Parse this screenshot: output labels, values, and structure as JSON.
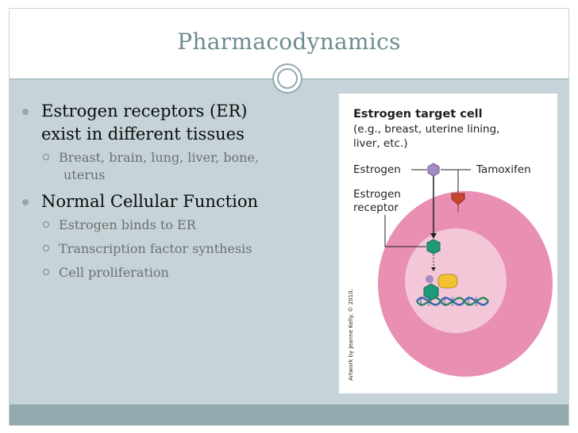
{
  "slide": {
    "title": "Pharmacodynamics"
  },
  "bullets": [
    {
      "text_line1": "Estrogen receptors (ER)",
      "text_line2": "exist in different tissues",
      "sub": [
        {
          "text_line1": "Breast, brain, lung, liver, bone,",
          "text_line2": "uterus"
        }
      ]
    },
    {
      "text": "Normal Cellular Function",
      "sub": [
        {
          "text": "Estrogen binds to ER"
        },
        {
          "text": "Transcription factor synthesis"
        },
        {
          "text": "Cell proliferation"
        }
      ]
    }
  ],
  "figure": {
    "title": "Estrogen target cell",
    "subtitle_line1": "(e.g., breast, uterine lining,",
    "subtitle_line2": "liver, etc.)",
    "label_estrogen": "Estrogen",
    "label_tamoxifen": "Tamoxifen",
    "label_receptor_line1": "Estrogen",
    "label_receptor_line2": "receptor",
    "credit": "Artwork by Jeanne Kelly. © 2010."
  },
  "colors": {
    "title_text": "#6e8b90",
    "content_bg": "#c6d4d9",
    "footer_bar": "#94a9ad",
    "cell_outer": "#e88fb3",
    "cell_inner": "#f4c7d8",
    "estrogen": "#a58bc4",
    "tamoxifen": "#c8452f",
    "receptor": "#1f9a78",
    "coactivator": "#f2c233",
    "dna": "#3a64b0"
  }
}
